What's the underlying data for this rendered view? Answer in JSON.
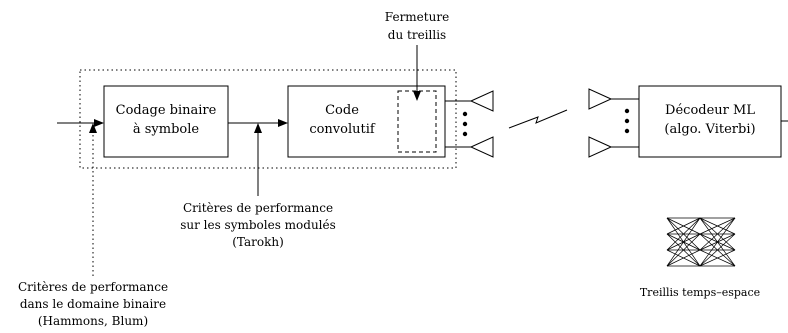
{
  "blocks": {
    "binary_to_symbol": {
      "line1": "Codage binaire",
      "line2": "à symbole"
    },
    "convolutional": {
      "line1": "Code",
      "line2": "convolutif"
    },
    "ml_decoder": {
      "line1": "Décodeur ML",
      "line2": "(algo. Viterbi)"
    }
  },
  "labels": {
    "trellis_termination": {
      "line1": "Fermeture",
      "line2": "du treillis"
    },
    "symbol_criteria": {
      "line1": "Critères de performance",
      "line2": "sur les symboles modulés",
      "line3": "(Tarokh)"
    },
    "binary_criteria": {
      "line1": "Critères de performance",
      "line2": "dans le domaine binaire",
      "line3": "(Hammons, Blum)"
    },
    "space_time_trellis": "Treillis temps–espace"
  },
  "colors": {
    "stroke": "#000000",
    "background": "#ffffff"
  }
}
